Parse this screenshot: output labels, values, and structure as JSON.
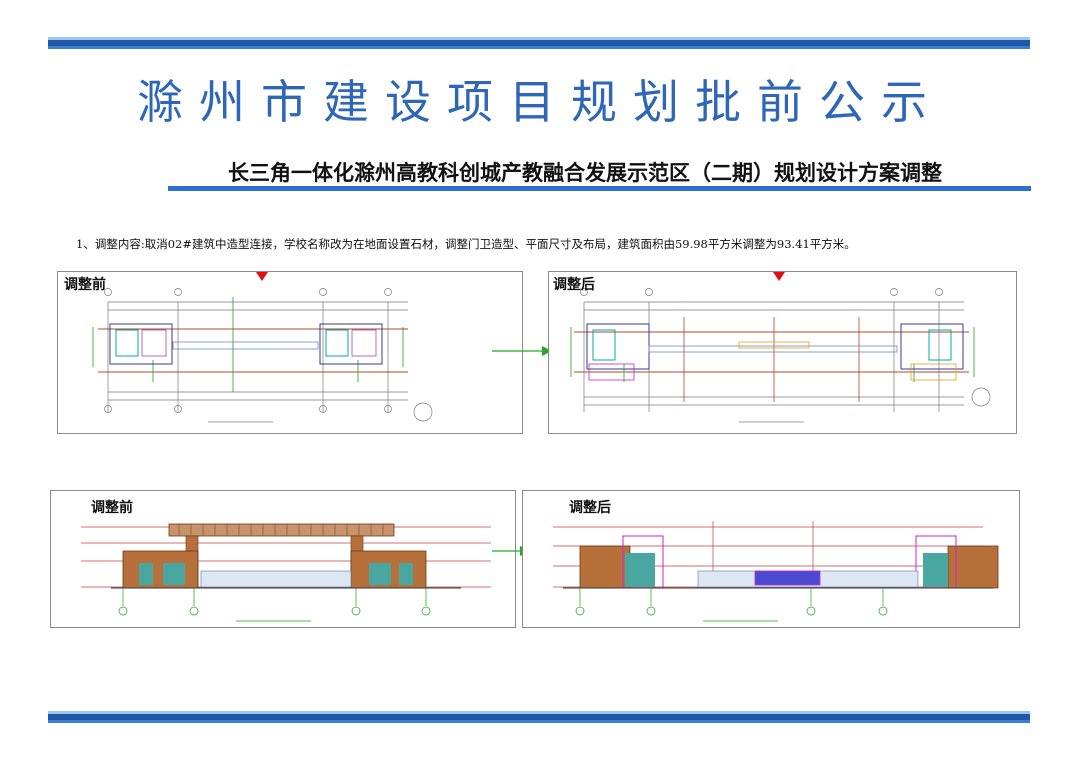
{
  "header": {
    "title": "滁州市建设项目规划批前公示",
    "subtitle": "长三角一体化滁州高教科创城产教融合发展示范区（二期）规划设计方案调整"
  },
  "content": {
    "adjustment_text": "1、调整内容:取消02#建筑中造型连接，学校名称改为在地面设置石材，调整门卫造型、平面尺寸及布局，建筑面积由59.98平方米调整为93.41平方米。"
  },
  "panels": {
    "plan_before_label": "调整前",
    "plan_after_label": "调整后",
    "elev_before_label": "调整前",
    "elev_after_label": "调整后"
  },
  "colors": {
    "banner_dark": "#1f58a8",
    "banner_mid": "#3b7fd0",
    "title_blue": "#2f67b8",
    "arrow_green": "#22aa22",
    "marker_red": "#e01010"
  }
}
